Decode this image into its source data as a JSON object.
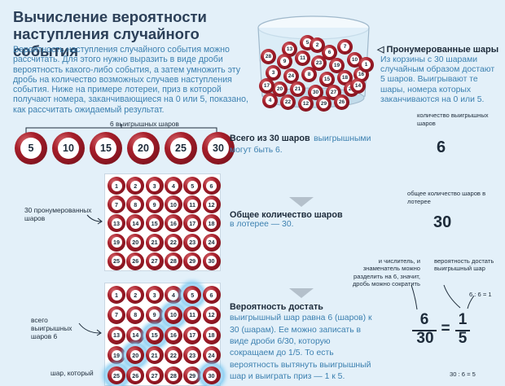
{
  "header": {
    "title_line1": "Вычисление вероятности",
    "title_line2": "наступления случайного события",
    "intro": "Вероятность наступления случайного события можно рассчитать. Для этого нужно выразить в виде дроби вероятность какого-либо события, а затем умножить эту дробь на количество возможных случаев наступления события. Ниже на примере лотереи, приз в которой получают номера, заканчивающиеся на 0 или 5, показано, как рассчитать ожидаемый результат."
  },
  "bowl": {
    "balls": [
      "13",
      "5",
      "6",
      "7",
      "28",
      "9",
      "11",
      "23",
      "19",
      "10",
      "3",
      "24",
      "8",
      "15",
      "18",
      "16",
      "20",
      "21",
      "30",
      "27",
      "25",
      "22",
      "12",
      "29",
      "26",
      "14",
      "17",
      "1",
      "2",
      "4"
    ],
    "caption_title": "Пронумерованные шары",
    "caption_text": "Из корзины с 30 шарами случайным образом достают 5 шаров. Выигрывают те шары, номера которых заканчиваются на 0 или 5."
  },
  "row_winning": {
    "label": "6 выигрышных шаров",
    "balls": [
      "5",
      "10",
      "15",
      "20",
      "25",
      "30"
    ],
    "title": "Всего из 30 шаров",
    "text": "выигрышными могут быть 6.",
    "side_label": "количество выигрышных шаров",
    "side_value": "6"
  },
  "grid1": {
    "label": "30 пронумерованных шаров",
    "numbers": [
      "1",
      "2",
      "3",
      "4",
      "5",
      "6",
      "7",
      "8",
      "9",
      "10",
      "11",
      "12",
      "13",
      "14",
      "15",
      "16",
      "17",
      "18",
      "19",
      "20",
      "21",
      "22",
      "23",
      "24",
      "25",
      "26",
      "27",
      "28",
      "29",
      "30"
    ],
    "title": "Общее количество шаров",
    "text": "в лотерее — 30.",
    "side_label": "общее количество шаров в лотерее",
    "side_value": "30"
  },
  "grid2": {
    "label": "всего выигрышных шаров 6",
    "label2": "шар, который",
    "title": "Вероятность достать",
    "text_a": "выигрышный шар равна 6 (шаров) к 30 (шарам). Ее можно записать в виде дроби 6/30, которую сокращаем до 1/5. То есть вероятность вытянуть выигрышный шар и выиграть приз — 1 к 5.",
    "highlight": [
      "5",
      "10",
      "15",
      "20",
      "25",
      "30"
    ]
  },
  "fraction": {
    "note_left": "и числитель, и знаменатель можно разделить на 6, значит, дробь можно сократить",
    "note_right": "вероятность достать выигрышный шар",
    "num": "6",
    "den": "30",
    "eq": "=",
    "num2": "1",
    "den2": "5",
    "calc_top": "6 : 6 = 1",
    "calc_bottom": "30 : 6 = 5"
  }
}
